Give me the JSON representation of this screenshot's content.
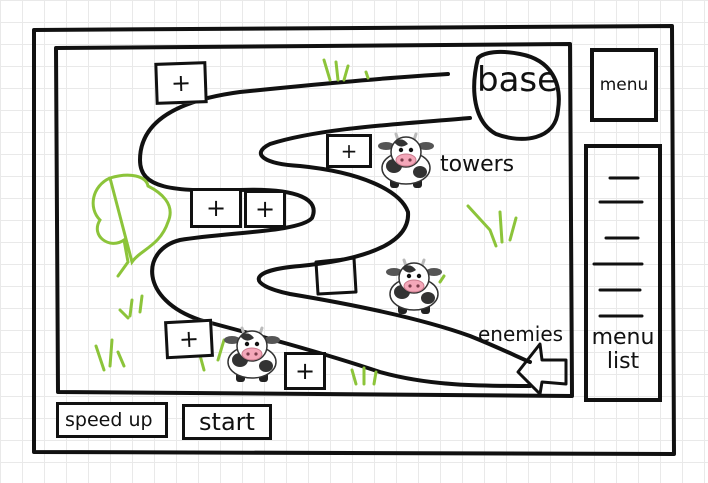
{
  "map": {
    "base_label": "base",
    "towers_label": "towers",
    "enemies_label": "enemies",
    "tower_slots": [
      "+",
      "+",
      "+",
      "+",
      "+",
      "+"
    ]
  },
  "sidebar": {
    "menu_button": "menu",
    "menu_list_label": "menu\nlist"
  },
  "controls": {
    "speed_up_button": "speed up",
    "start_button": "start"
  }
}
